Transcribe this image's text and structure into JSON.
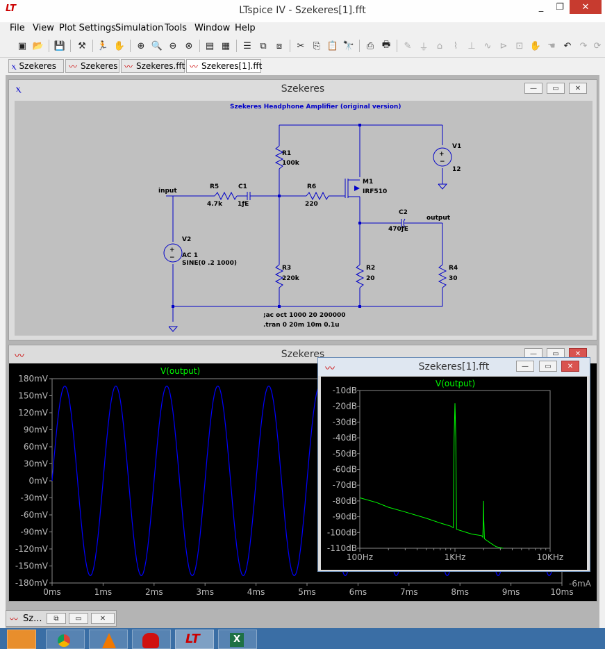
{
  "app": {
    "title": "LTspice IV - Szekeres[1].fft",
    "logo": "LT"
  },
  "menu": [
    "File",
    "View",
    "Plot Settings",
    "Simulation",
    "Tools",
    "Window",
    "Help"
  ],
  "tabs": [
    {
      "label": "Szekeres",
      "icon": "schematic-icon"
    },
    {
      "label": "Szekeres",
      "icon": "waveform-icon"
    },
    {
      "label": "Szekeres.fft",
      "icon": "waveform-icon"
    },
    {
      "label": "Szekeres[1].fft",
      "icon": "waveform-icon",
      "active": true
    }
  ],
  "schematic_window": {
    "title": "Szekeres",
    "heading": "Szekeres Headphone Amplifier (original version)",
    "labels": {
      "input": "input",
      "output": "output",
      "r5": "R5",
      "r5v": "4.7k",
      "c1": "C1",
      "c1v": "1ƒE",
      "r6": "R6",
      "r6v": "220",
      "r1": "R1",
      "r1v": "100k",
      "r3": "R3",
      "r3v": "220k",
      "m1": "M1",
      "m1v": "IRF510",
      "c2": "C2",
      "c2v": "470ƒE",
      "r2": "R2",
      "r2v": "20",
      "r4": "R4",
      "r4v": "30",
      "v1": "V1",
      "v1v": "12",
      "v2": "V2",
      "v2a": "AC 1",
      "v2b": "SINE(0 .2 1000)",
      "cmd1": ";ac oct 1000 20 200000",
      "cmd2": ".tran 0 20m 10m 0.1u"
    }
  },
  "transient_window": {
    "title": "Szekeres",
    "trace": "V(output)",
    "right_label": "-6mA",
    "yticks": [
      "180mV",
      "150mV",
      "120mV",
      "90mV",
      "60mV",
      "30mV",
      "0mV",
      "-30mV",
      "-60mV",
      "-90mV",
      "-120mV",
      "-150mV",
      "-180mV"
    ],
    "xticks": [
      "0ms",
      "1ms",
      "2ms",
      "3ms",
      "4ms",
      "5ms",
      "6ms",
      "7ms",
      "8ms",
      "9ms",
      "10ms"
    ]
  },
  "fft_window": {
    "title": "Szekeres[1].fft",
    "trace": "V(output)",
    "yticks": [
      "-10dB",
      "-20dB",
      "-30dB",
      "-40dB",
      "-50dB",
      "-60dB",
      "-70dB",
      "-80dB",
      "-90dB",
      "-100dB",
      "-110dB"
    ],
    "xticks": [
      "100Hz",
      "1KHz",
      "10KHz"
    ]
  },
  "minimized": {
    "label": "Sz..."
  },
  "colors": {
    "trace_tran": "#0000ff",
    "trace_fft": "#00ff00",
    "wire": "#0000c8",
    "plot_bg": "#000000"
  },
  "chart_data": [
    {
      "type": "line",
      "title": "",
      "series": [
        {
          "name": "V(output)",
          "shape": "sine",
          "amplitude_mV": 167,
          "frequency_Hz": 1000
        }
      ],
      "x_range_ms": [
        0,
        10
      ],
      "y_range_mV": [
        -180,
        180
      ],
      "xlabel": "",
      "ylabel": ""
    },
    {
      "type": "line",
      "title": "",
      "series": [
        {
          "name": "V(output)",
          "points": [
            [
              100,
              -78
            ],
            [
              150,
              -81
            ],
            [
              200,
              -84
            ],
            [
              300,
              -87
            ],
            [
              500,
              -91
            ],
            [
              700,
              -94
            ],
            [
              900,
              -96
            ],
            [
              960,
              -97
            ],
            [
              980,
              -40
            ],
            [
              1000,
              -18
            ],
            [
              1020,
              -40
            ],
            [
              1040,
              -98
            ],
            [
              1500,
              -101
            ],
            [
              1900,
              -102
            ],
            [
              1960,
              -103
            ],
            [
              1990,
              -92
            ],
            [
              2000,
              -80
            ],
            [
              2010,
              -92
            ],
            [
              2040,
              -104
            ],
            [
              2400,
              -107
            ],
            [
              2700,
              -109
            ],
            [
              3200,
              -110
            ]
          ]
        }
      ],
      "x_scale": "log",
      "x_range_Hz": [
        100,
        10000
      ],
      "y_range_dB": [
        -110,
        -10
      ],
      "xlabel": "",
      "ylabel": ""
    }
  ]
}
